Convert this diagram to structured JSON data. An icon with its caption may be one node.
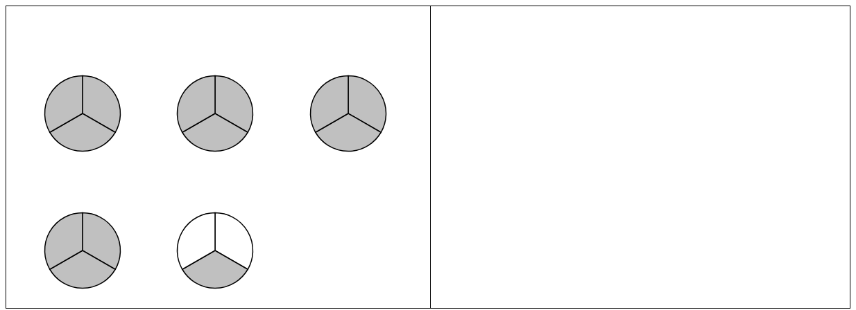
{
  "diagram": {
    "nodes": [
      {
        "text": [],
        "shape": "box"
      },
      {
        "text": [],
        "shape": "box"
      },
      {
        "text": [],
        "shape": "circle",
        "in": 0
      },
      {
        "text": [],
        "shape": "circle",
        "in": 0
      },
      {
        "text": [],
        "shape": "circle",
        "in": 0
      },
      {
        "text": [],
        "shape": "circle",
        "in": 0
      },
      {
        "text": [],
        "shape": "circle",
        "in": 0
      }
    ]
  }
}
